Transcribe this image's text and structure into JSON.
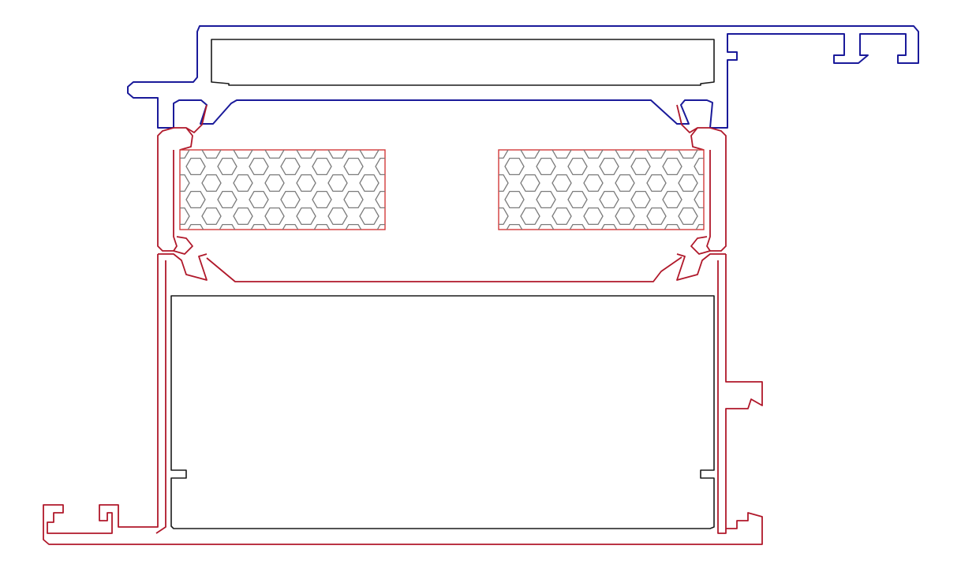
{
  "colors": {
    "top_profile": "#1a1a9a",
    "lower_profile": "#b0182a",
    "insulation_outline": "#d23a3a",
    "chamber_outline": "#1a1a1a",
    "honeycomb": "#7a7a7a",
    "background": "#ffffff"
  },
  "components": [
    {
      "id": "top-profile",
      "kind": "aluminium profile",
      "color_key": "top_profile"
    },
    {
      "id": "thermal-break-zone",
      "kind": "thermal break",
      "color_key": "lower_profile"
    },
    {
      "id": "left-insulation-bar",
      "kind": "polyamide / insulation strip",
      "pattern": "honeycomb"
    },
    {
      "id": "right-insulation-bar",
      "kind": "polyamide / insulation strip",
      "pattern": "honeycomb"
    },
    {
      "id": "bottom-profile",
      "kind": "aluminium profile",
      "color_key": "lower_profile"
    }
  ]
}
